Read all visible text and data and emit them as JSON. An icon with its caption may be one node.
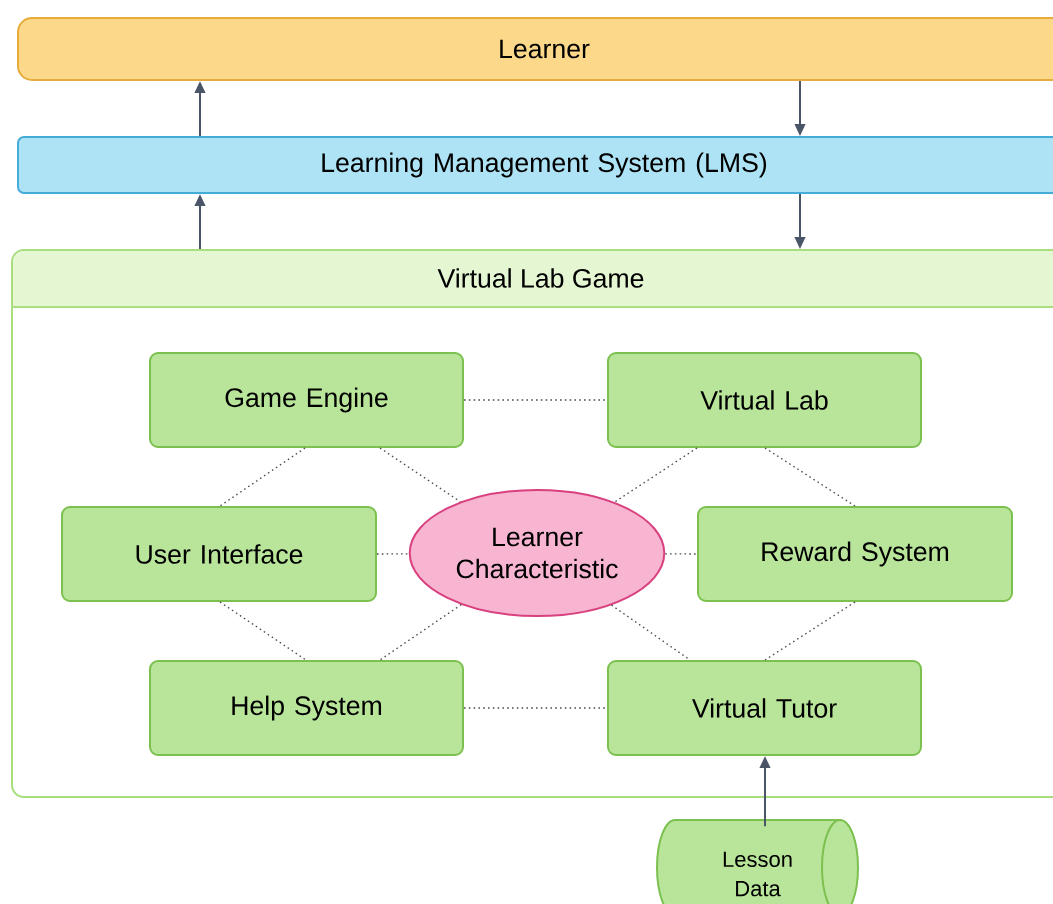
{
  "diagram": {
    "nodes": [
      {
        "text": [
          "Learner"
        ]
      },
      {
        "text": [
          "Learning Management System (LMS)"
        ]
      },
      {
        "text": [
          "Virtual Lab Game"
        ]
      },
      {
        "text": [
          "Game Engine"
        ],
        "in": 2
      },
      {
        "text": [
          "Virtual Lab"
        ],
        "in": 2
      },
      {
        "text": [
          "User Interface"
        ],
        "in": 2
      },
      {
        "text": [
          "Learner Characteristic"
        ],
        "in": 2
      },
      {
        "text": [
          "Reward System"
        ],
        "in": 2
      },
      {
        "text": [
          "Help System"
        ],
        "in": 2
      },
      {
        "text": [
          "Virtual Tutor"
        ],
        "in": 2
      },
      {
        "text": [
          "Lesson Data"
        ]
      }
    ],
    "edges": [
      {
        "from": 2,
        "to": 1,
        "arrow": "to",
        "color": "#4a5568"
      },
      {
        "from": 1,
        "to": 0,
        "arrow": "to",
        "color": "#4a5568"
      },
      {
        "from": 0,
        "to": 1,
        "arrow": "to",
        "color": "#4a5568"
      },
      {
        "from": 1,
        "to": 2,
        "arrow": "to",
        "color": "#4a5568"
      },
      {
        "from": 3,
        "to": 4,
        "arrow": "none",
        "style": "dashed"
      },
      {
        "from": 3,
        "to": 5,
        "arrow": "none",
        "style": "dashed"
      },
      {
        "from": 3,
        "to": 6,
        "arrow": "none",
        "style": "dashed"
      },
      {
        "from": 4,
        "to": 6,
        "arrow": "none",
        "style": "dashed"
      },
      {
        "from": 4,
        "to": 7,
        "arrow": "none",
        "style": "dashed"
      },
      {
        "from": 5,
        "to": 6,
        "arrow": "none",
        "style": "dashed"
      },
      {
        "from": 6,
        "to": 7,
        "arrow": "none",
        "style": "dashed"
      },
      {
        "from": 5,
        "to": 8,
        "arrow": "none",
        "style": "dashed"
      },
      {
        "from": 6,
        "to": 8,
        "arrow": "none",
        "style": "dashed"
      },
      {
        "from": 6,
        "to": 9,
        "arrow": "none",
        "style": "dashed"
      },
      {
        "from": 7,
        "to": 9,
        "arrow": "none",
        "style": "dashed"
      },
      {
        "from": 8,
        "to": 9,
        "arrow": "none",
        "style": "dashed"
      },
      {
        "from": 10,
        "to": 9,
        "arrow": "to",
        "color": "#4a5568"
      }
    ]
  }
}
